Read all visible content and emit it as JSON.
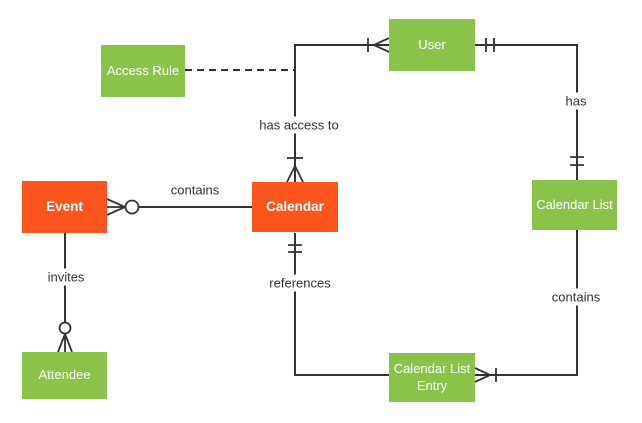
{
  "diagram": {
    "type": "entity-relationship-diagram",
    "notation": "crows-foot",
    "colors": {
      "entity_green": "#8bc34a",
      "entity_orange": "#fa551c",
      "entity_text": "#ffffff",
      "line": "#333333",
      "label_text": "#333333",
      "background": "#ffffff"
    },
    "entities": [
      {
        "id": "access-rule",
        "label": "Access Rule",
        "color": "#8bc34a"
      },
      {
        "id": "user",
        "label": "User",
        "color": "#8bc34a"
      },
      {
        "id": "event",
        "label": "Event",
        "color": "#fa551c"
      },
      {
        "id": "calendar",
        "label": "Calendar",
        "color": "#fa551c"
      },
      {
        "id": "calendar-list",
        "label": "Calendar List",
        "color": "#8bc34a"
      },
      {
        "id": "attendee",
        "label": "Attendee",
        "color": "#8bc34a"
      },
      {
        "id": "calendar-list-entry",
        "label": "Calendar List Entry",
        "color": "#8bc34a"
      }
    ],
    "relationships": [
      {
        "label": "has access to",
        "from": "User",
        "to": "Calendar",
        "from_cardinality": "one or many",
        "to_cardinality": "one or many",
        "attachment": "Access Rule connected by dashed line"
      },
      {
        "label": "has",
        "from": "User",
        "to": "Calendar List",
        "from_cardinality": "exactly one",
        "to_cardinality": "exactly one"
      },
      {
        "label": "contains",
        "from": "Calendar",
        "to": "Event",
        "to_cardinality": "zero or many"
      },
      {
        "label": "invites",
        "from": "Event",
        "to": "Attendee",
        "to_cardinality": "zero or many"
      },
      {
        "label": "references",
        "from": "Calendar",
        "to": "Calendar List Entry",
        "from_cardinality": "exactly one"
      },
      {
        "label": "contains",
        "from": "Calendar List",
        "to": "Calendar List Entry",
        "to_cardinality": "one or many"
      }
    ]
  }
}
